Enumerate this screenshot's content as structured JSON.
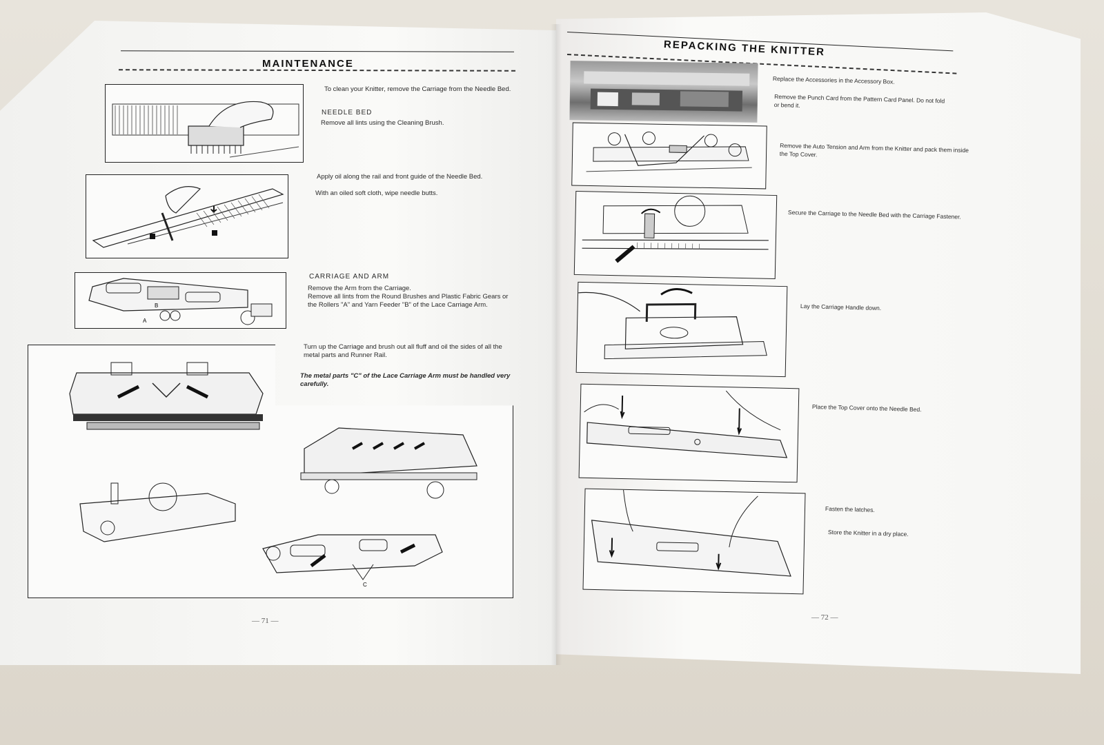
{
  "left_page": {
    "heading": "MAINTENANCE",
    "intro": "To clean your Knitter, remove the Carriage from the Needle Bed.",
    "needle_bed_title": "NEEDLE BED",
    "needle_bed_text": "Remove all lints using the Cleaning Brush.",
    "oil_text_1": "Apply oil along the rail and front guide of the Needle Bed.",
    "oil_text_2": "With an oiled soft cloth, wipe needle butts.",
    "carriage_title": "CARRIAGE AND ARM",
    "carriage_text_1": "Remove the Arm from the Carriage.",
    "carriage_text_2": "Remove all lints from the Round Brushes and Plastic Fabric Gears or the Rollers \"A\" and Yarn Feeder \"B\" of the Lace Carriage Arm.",
    "turn_up_text": "Turn up the Carriage and brush out all fluff and oil the sides of all the metal parts and Runner Rail.",
    "caution_text": "The metal parts \"C\" of the Lace Carriage Arm must be handled very carefully.",
    "label_a": "A",
    "label_b": "B",
    "label_c": "C",
    "page_number": "— 71 —"
  },
  "right_page": {
    "heading": "REPACKING THE KNITTER",
    "step1_a": "Replace the Accessories in the Accessory Box.",
    "step1_b": "Remove the Punch Card from the Pattern Card Panel. Do not fold or bend it.",
    "step2": "Remove the Auto Tension and Arm from the Knitter and pack them inside the Top Cover.",
    "step3": "Secure the Carriage to the Needle Bed with the Carriage Fastener.",
    "step4": "Lay the Carriage Handle down.",
    "step5": "Place the Top Cover onto the Needle Bed.",
    "step6_a": "Fasten the latches.",
    "step6_b": "Store the Knitter in a dry place.",
    "page_number": "— 72 —"
  }
}
